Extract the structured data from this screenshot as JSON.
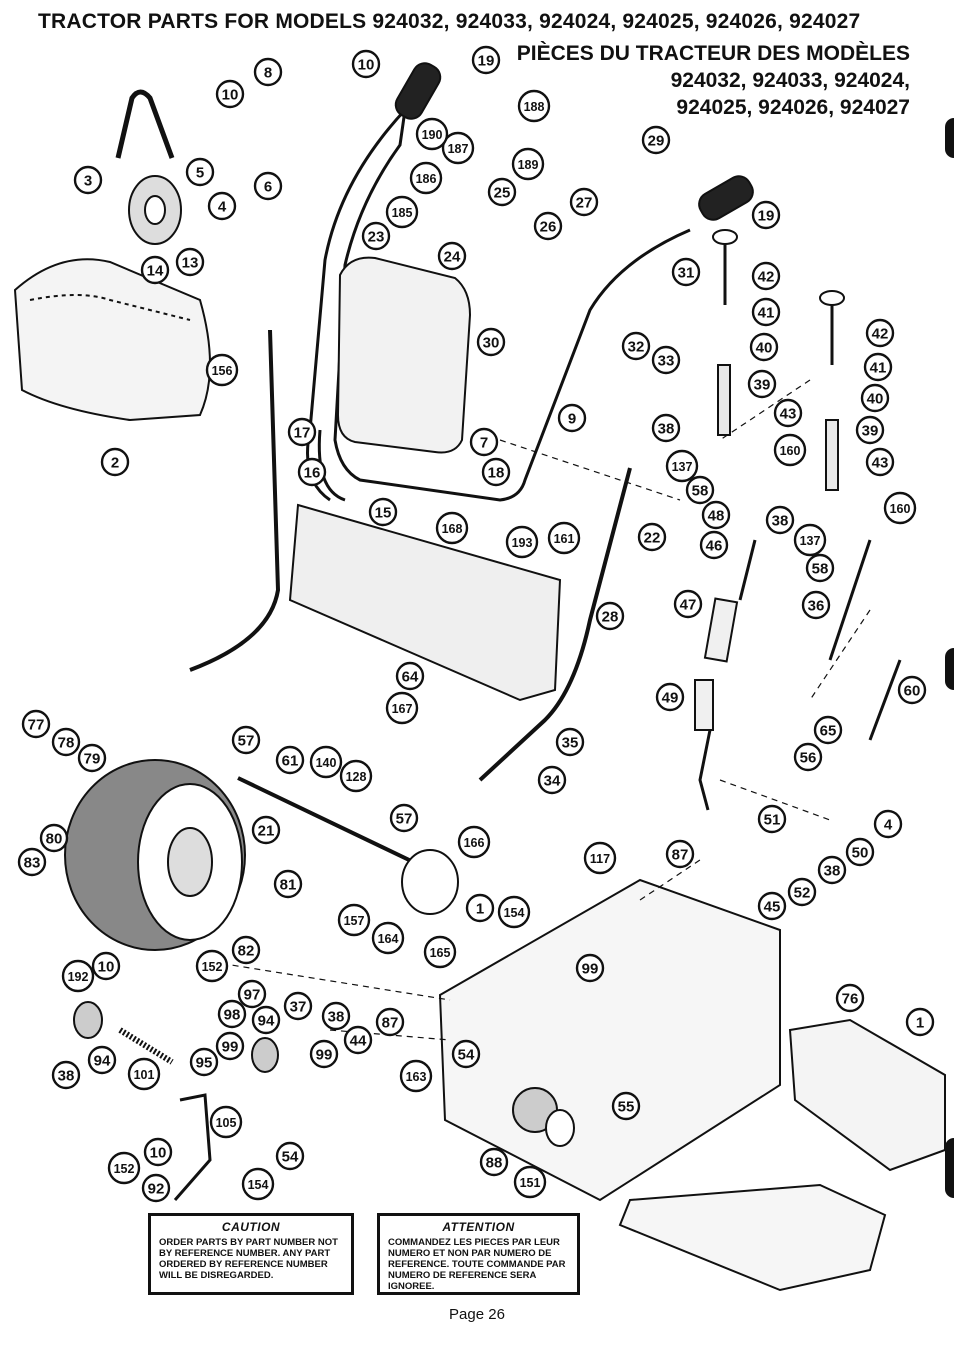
{
  "title": {
    "english": "TRACTOR PARTS FOR MODELS 924032, 924033, 924024, 924025, 924026, 924027",
    "french_line1": "PIÈCES DU TRACTEUR DES MODÈLES",
    "french_line2": "924032, 924033, 924024,",
    "french_line3": "924025, 924026, 924027"
  },
  "callout_labels": [
    "1",
    "2",
    "3",
    "4",
    "5",
    "6",
    "7",
    "8",
    "9",
    "10",
    "13",
    "14",
    "15",
    "16",
    "17",
    "18",
    "19",
    "21",
    "22",
    "23",
    "24",
    "25",
    "26",
    "27",
    "28",
    "29",
    "30",
    "31",
    "32",
    "33",
    "34",
    "35",
    "36",
    "37",
    "38",
    "39",
    "40",
    "41",
    "42",
    "43",
    "44",
    "45",
    "46",
    "47",
    "48",
    "49",
    "50",
    "51",
    "52",
    "54",
    "55",
    "56",
    "57",
    "58",
    "60",
    "61",
    "64",
    "65",
    "76",
    "77",
    "78",
    "79",
    "80",
    "81",
    "82",
    "83",
    "87",
    "88",
    "92",
    "94",
    "95",
    "97",
    "98",
    "99",
    "101",
    "105",
    "117",
    "128",
    "137",
    "140",
    "151",
    "152",
    "154",
    "156",
    "157",
    "160",
    "161",
    "163",
    "164",
    "165",
    "166",
    "167",
    "168",
    "185",
    "186",
    "187",
    "188",
    "189",
    "190",
    "192",
    "193"
  ],
  "caution": {
    "heading": "CAUTION",
    "text": "ORDER PARTS BY PART NUMBER NOT BY REFERENCE NUMBER. ANY PART ORDERED BY REFERENCE NUMBER WILL BE DISREGARDED."
  },
  "attention": {
    "heading": "ATTENTION",
    "text": "COMMANDEZ LES PIECES PAR LEUR NUMERO ET NON PAR NUMERO DE REFERENCE. TOUTE COMMANDE PAR NUMERO DE REFERENCE SERA IGNOREE."
  },
  "page_number": "Page 26"
}
